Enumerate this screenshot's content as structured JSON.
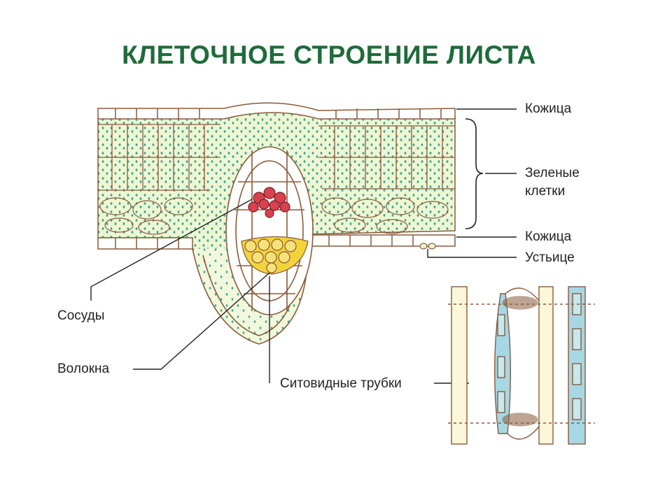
{
  "title": "КЛЕТОЧНОЕ СТРОЕНИЕ ЛИСТА",
  "labels": {
    "epidermis_top": "Кожица",
    "green_cells_line1": "Зеленые",
    "green_cells_line2": "клетки",
    "epidermis_bottom": "Кожица",
    "stoma": "Устьице",
    "vessels": "Сосуды",
    "fibers": "Волокна",
    "sieve_tubes": "Ситовидные трубки"
  },
  "colors": {
    "title": "#1f6b3a",
    "cell_outline": "#8a5a3c",
    "chloroplast": "#3aa59a",
    "green_fill": "#e9f4c8",
    "vessel_red": "#d8414f",
    "fiber_yellow": "#f2d33a",
    "sieve_blue": "#a6d7e4"
  }
}
